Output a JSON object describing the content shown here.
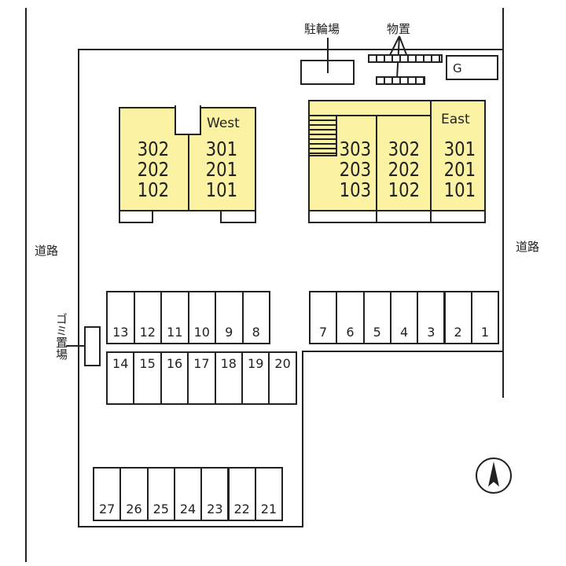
{
  "labels": {
    "bike_parking": "駐輪場",
    "storage": "物置",
    "garage": "G",
    "road_left": "道路",
    "road_right": "道路",
    "garbage": "ゴミ置場"
  },
  "west": {
    "name": "West",
    "left_units": [
      "302",
      "202",
      "102"
    ],
    "right_units": [
      "301",
      "201",
      "101"
    ]
  },
  "east": {
    "name": "East",
    "units_a": [
      "303",
      "203",
      "103"
    ],
    "units_b": [
      "302",
      "202",
      "102"
    ],
    "units_c": [
      "301",
      "201",
      "101"
    ]
  },
  "parking": {
    "row_top_right": [
      "7",
      "6",
      "5",
      "4",
      "3",
      "2",
      "1"
    ],
    "row_top_left": [
      "13",
      "12",
      "11",
      "10",
      "9",
      "8"
    ],
    "row_mid": [
      "14",
      "15",
      "16",
      "17",
      "18",
      "19",
      "20"
    ],
    "row_bottom": [
      "27",
      "26",
      "25",
      "24",
      "23",
      "22",
      "21"
    ]
  }
}
